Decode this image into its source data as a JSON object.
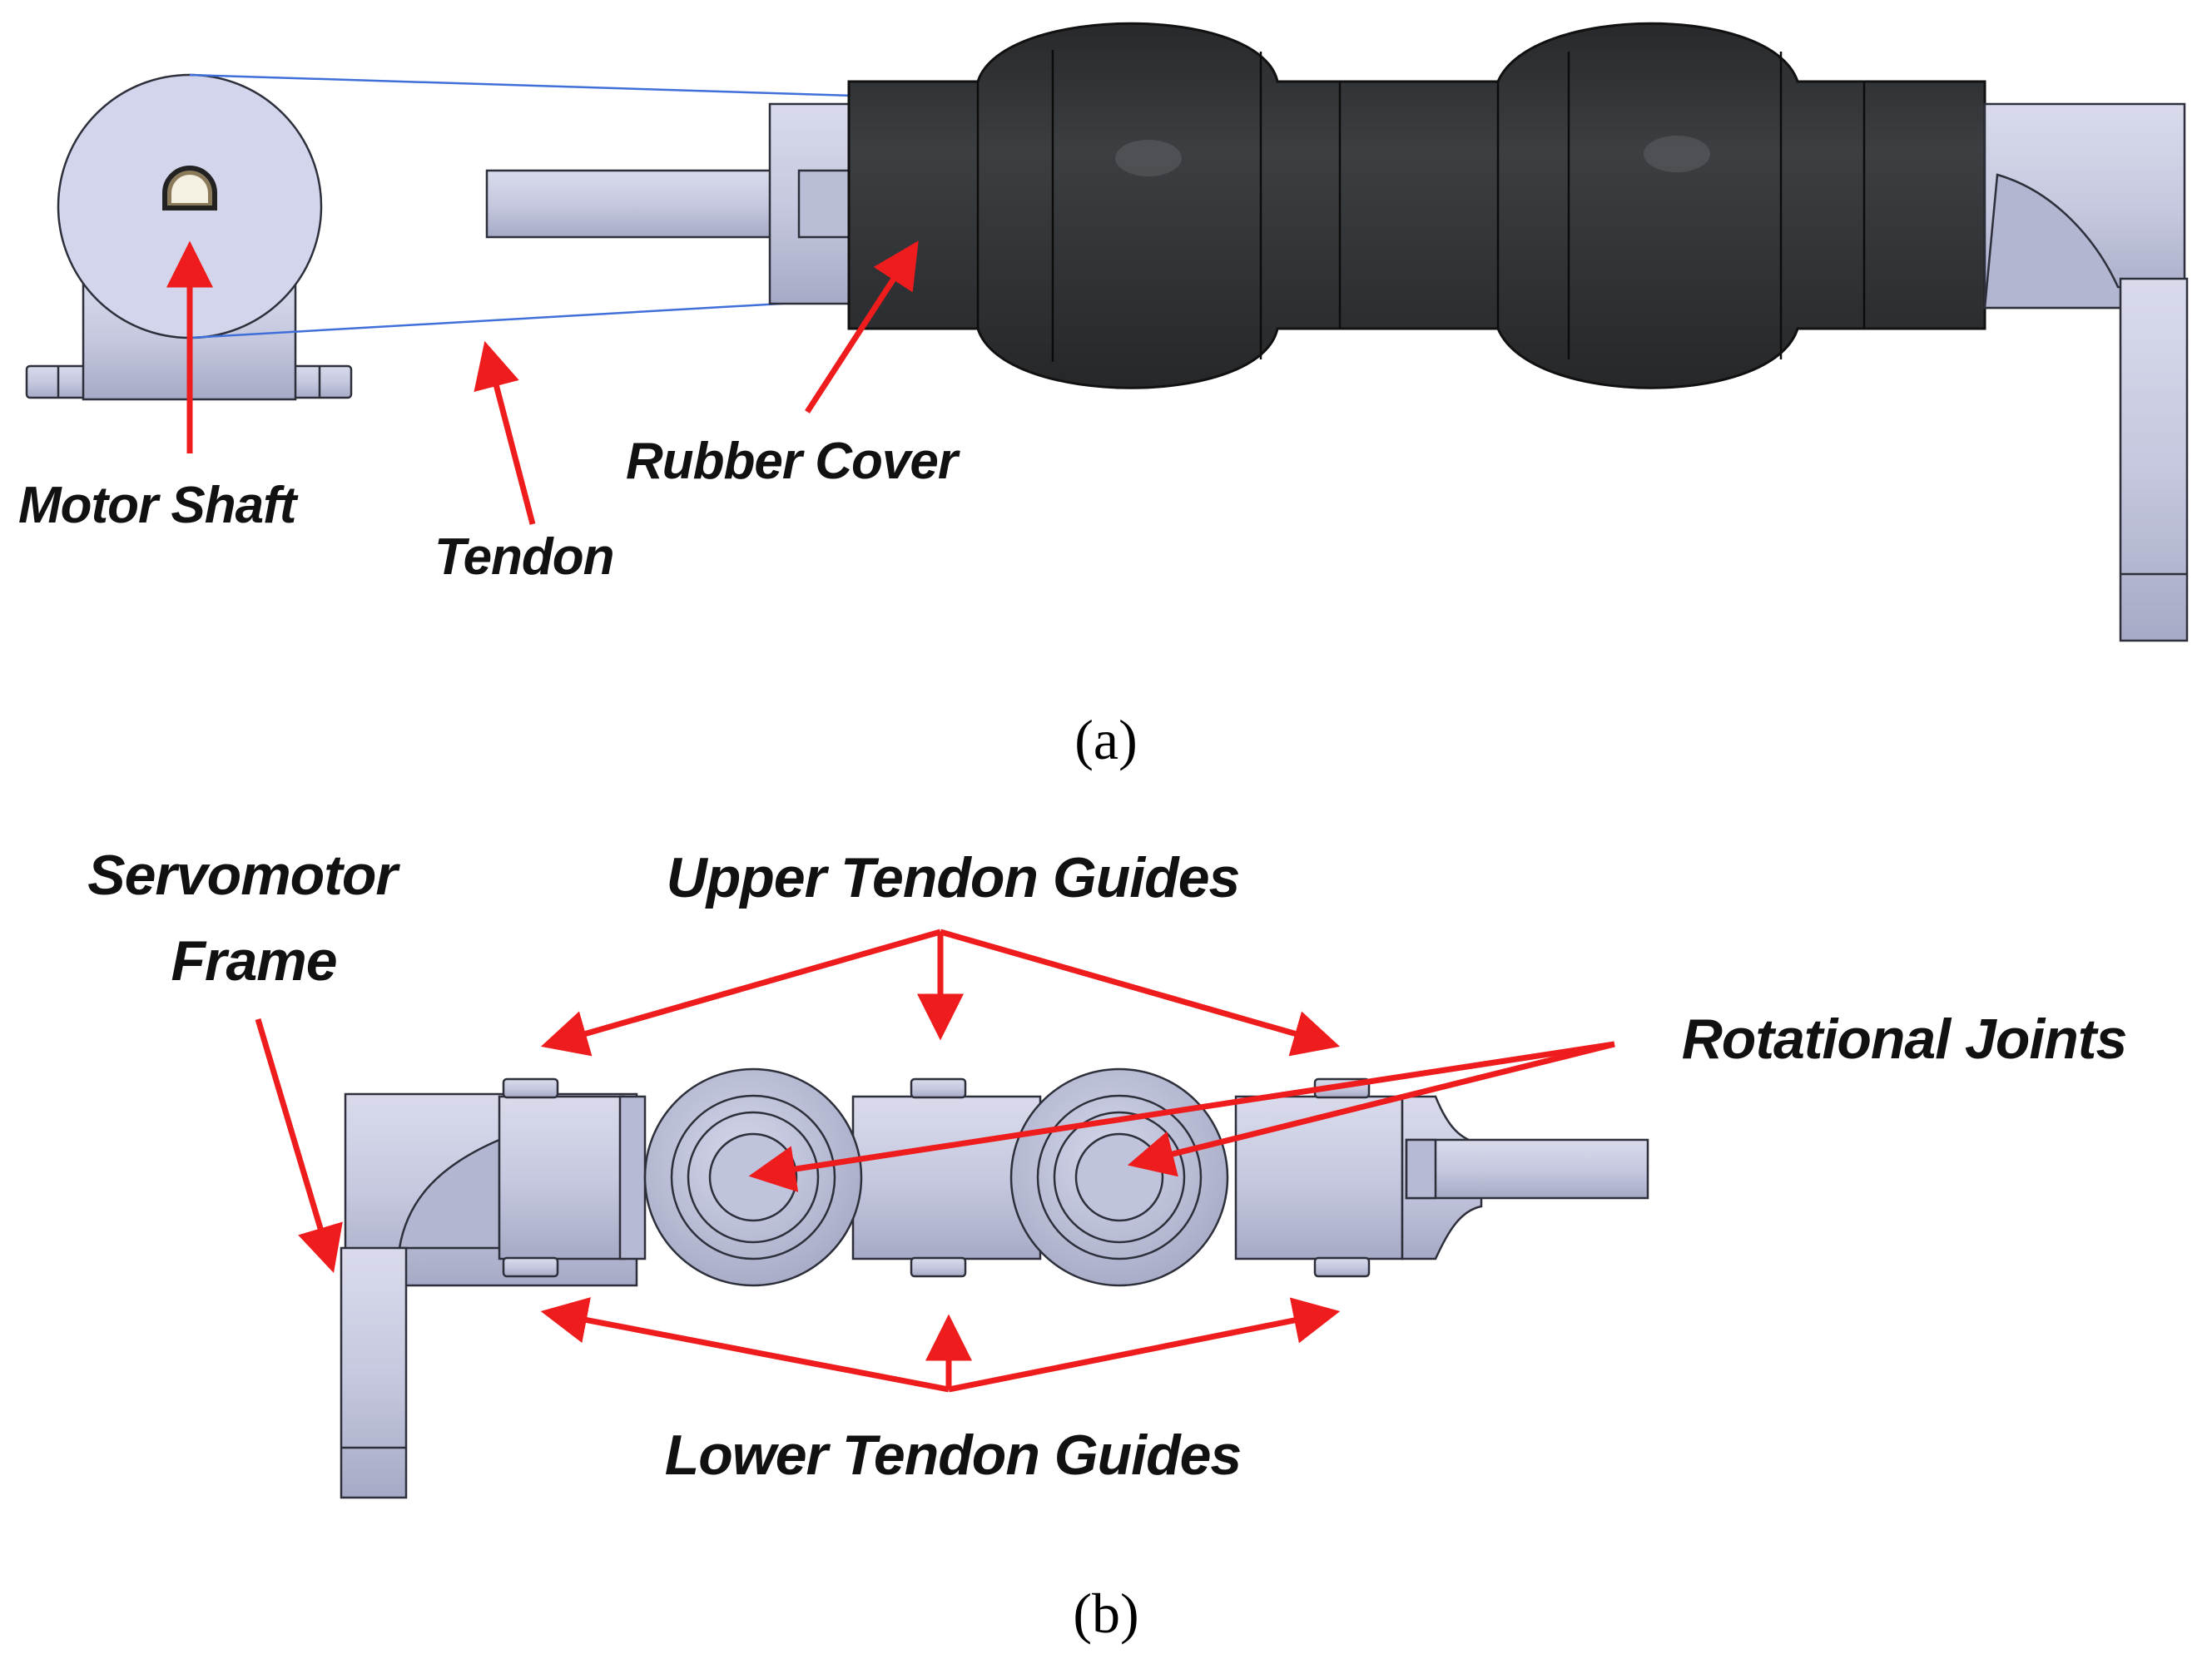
{
  "panel_a": {
    "caption": "(a)",
    "labels": {
      "motor_shaft": "Motor Shaft",
      "tendon": "Tendon",
      "rubber_cover": "Rubber Cover"
    }
  },
  "panel_b": {
    "caption": "(b)",
    "labels": {
      "servomotor_frame_line1": "Servomotor",
      "servomotor_frame_line2": "Frame",
      "upper_tendon_guides": "Upper Tendon Guides",
      "rotational_joints": "Rotational Joints",
      "lower_tendon_guides": "Lower Tendon Guides"
    }
  },
  "colors": {
    "part_fill": "#c8cbe0",
    "part_shade": "#a9adc8",
    "rubber": "#2f3133",
    "rubber_highlight": "#4a4d50",
    "tendon_line": "#3f6fd8",
    "arrow": "#ee1c1c"
  }
}
